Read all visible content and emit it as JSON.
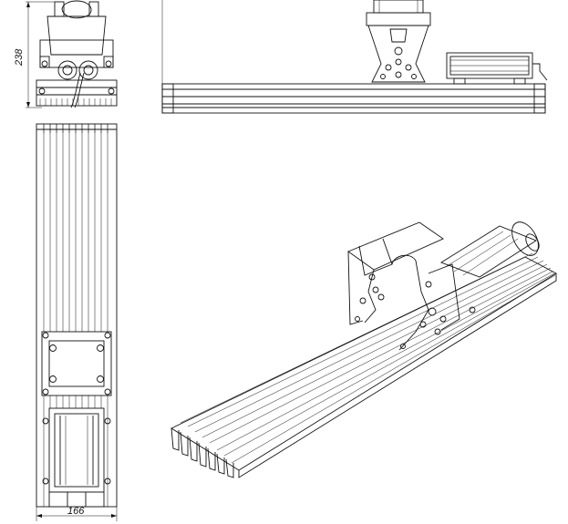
{
  "dimensions": {
    "height_label": "238",
    "width_label": "166"
  },
  "views": [
    "end-view",
    "side-view",
    "top-view",
    "isometric-view"
  ]
}
